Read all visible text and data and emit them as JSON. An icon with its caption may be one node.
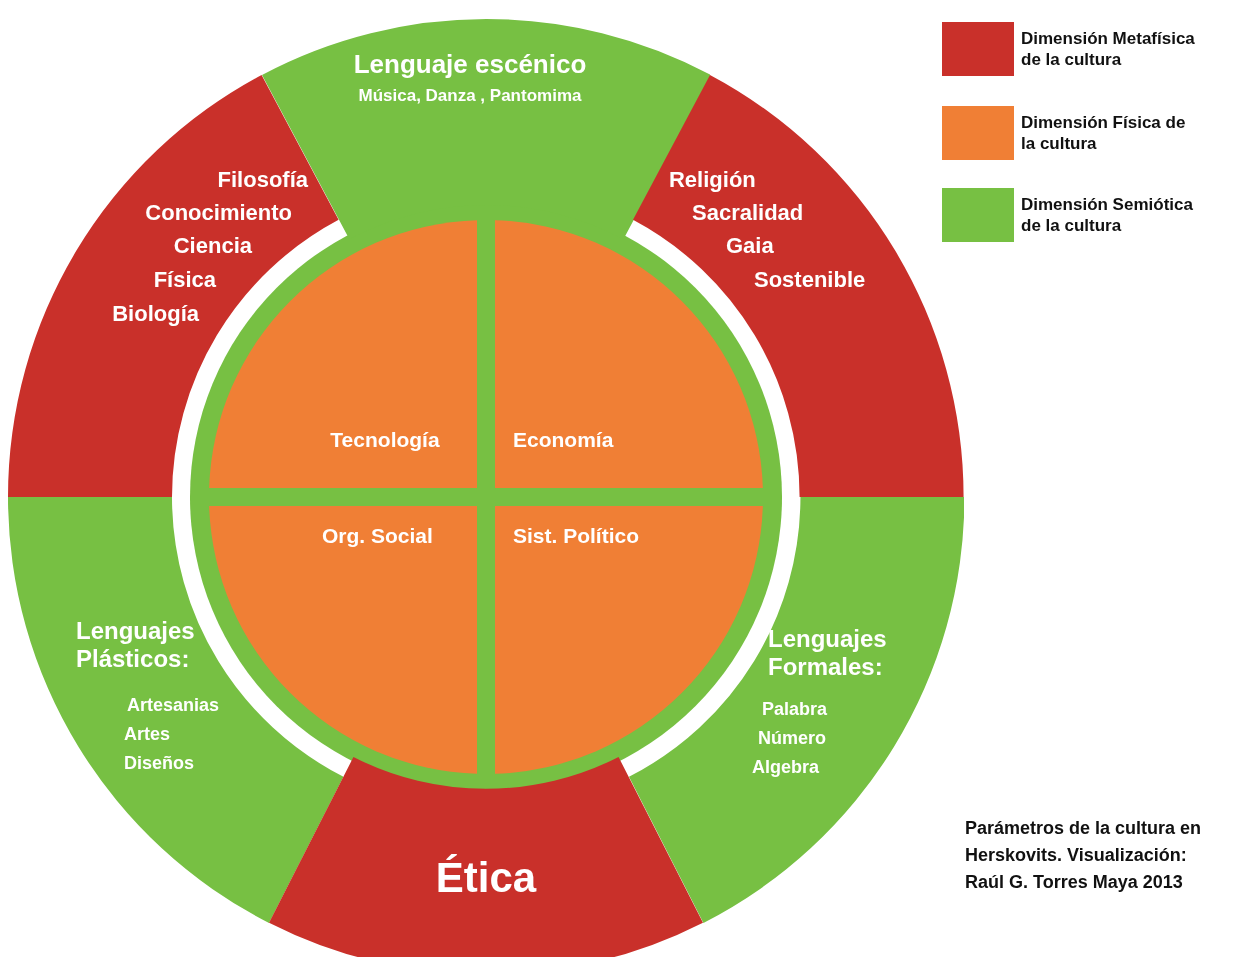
{
  "diagram": {
    "caption": "Parámetros de la cultura en Herskovits. Visualización: Raúl G. Torres Maya 2013",
    "nodes": [
      {
        "text": [
          "Lenguaje escénico",
          "Música, Danza , Pantomima"
        ]
      },
      {
        "text": [
          "Filosofía",
          "Conocimiento",
          "Ciencia",
          "Física",
          "Biología"
        ]
      },
      {
        "text": [
          "Religión",
          "Sacralidad",
          "Gaia",
          "Sostenible"
        ]
      },
      {
        "text": [
          "Tecnología"
        ]
      },
      {
        "text": [
          "Economía"
        ]
      },
      {
        "text": [
          "Org. Social"
        ]
      },
      {
        "text": [
          "Sist. Político"
        ]
      },
      {
        "text": [
          "Lenguajes Plásticos:",
          "Artesanias",
          "Artes",
          "Diseños"
        ]
      },
      {
        "text": [
          "Lenguajes Formales:",
          "Palabra",
          "Número",
          "Algebra"
        ]
      },
      {
        "text": [
          "Ética"
        ]
      }
    ],
    "legend": [
      {
        "text": "Dimensión Metafísica de la cultura",
        "color": "#c9302a"
      },
      {
        "text": "Dimensión Física de la cultura",
        "color": "#f07f35"
      },
      {
        "text": "Dimensión Semiótica de la cultura",
        "color": "#77c043"
      }
    ]
  }
}
